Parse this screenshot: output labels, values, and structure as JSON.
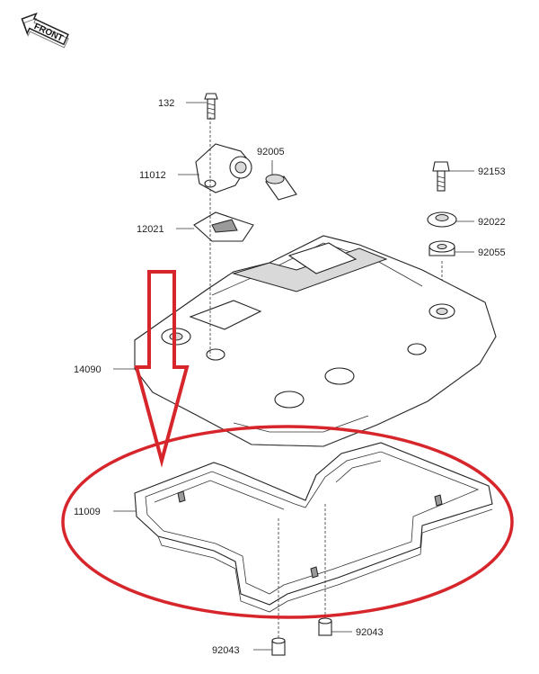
{
  "front_label": "FRONT",
  "colors": {
    "highlight": "#d7262b",
    "line": "#222222",
    "background": "#ffffff"
  },
  "parts": [
    {
      "id": "p132",
      "label": "132"
    },
    {
      "id": "p92005",
      "label": "92005"
    },
    {
      "id": "p11012",
      "label": "11012"
    },
    {
      "id": "p92153",
      "label": "92153"
    },
    {
      "id": "p12021",
      "label": "12021"
    },
    {
      "id": "p92022",
      "label": "92022"
    },
    {
      "id": "p92055",
      "label": "92055"
    },
    {
      "id": "p14090",
      "label": "14090"
    },
    {
      "id": "p11009",
      "label": "11009"
    },
    {
      "id": "p92043a",
      "label": "92043"
    },
    {
      "id": "p92043b",
      "label": "92043"
    }
  ]
}
